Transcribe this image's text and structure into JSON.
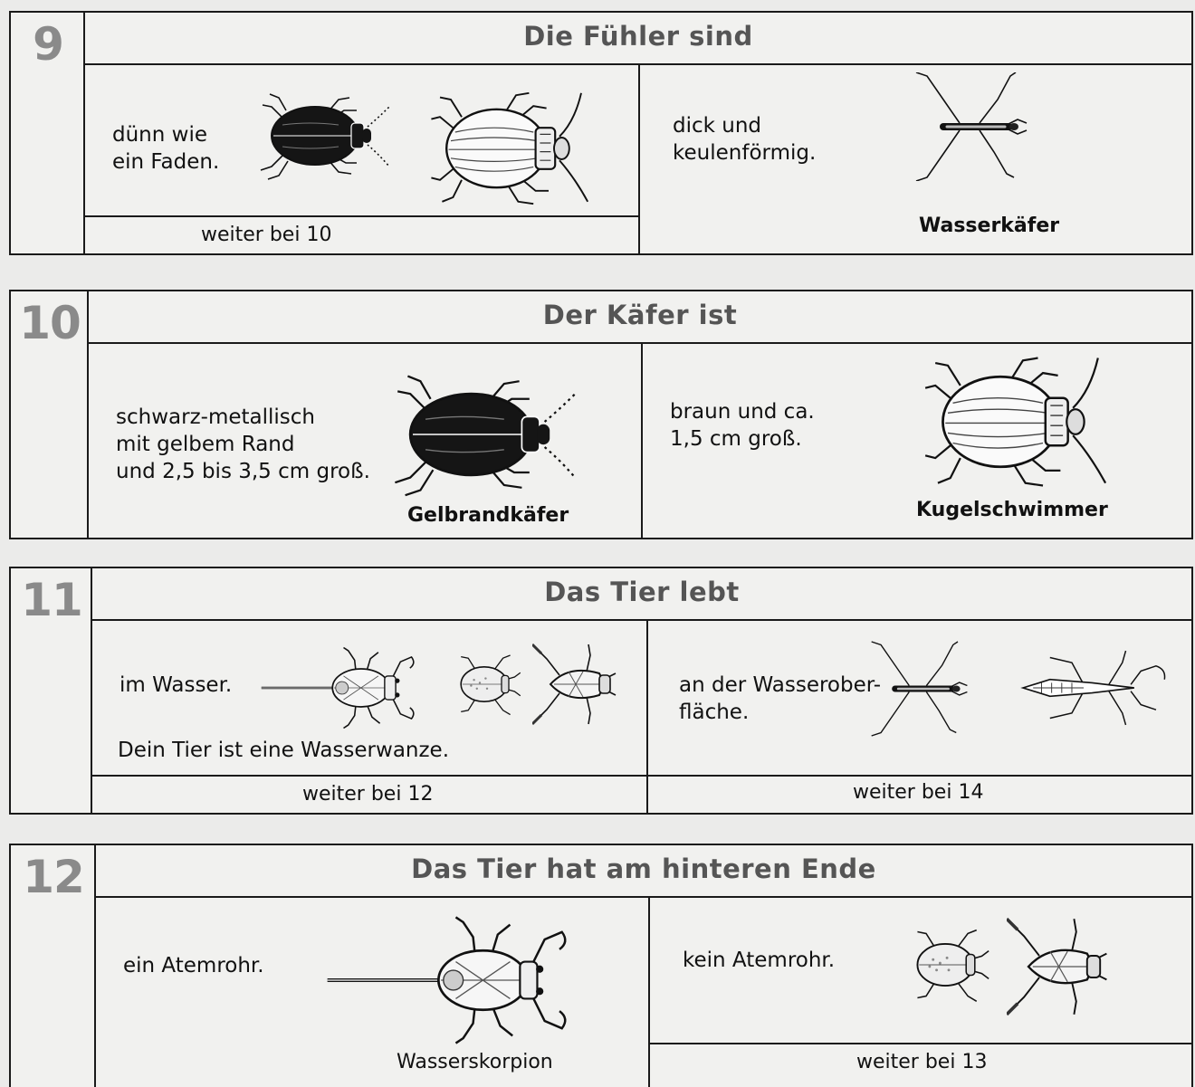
{
  "cards": [
    {
      "number": "9",
      "question": "Die Fühler sind",
      "left": {
        "text": "dünn wie\nein Faden.",
        "footer": "weiter bei 10"
      },
      "right": {
        "text": "dick und\nkeulenförmig.",
        "label": "Wasserkäfer"
      }
    },
    {
      "number": "10",
      "question": "Der Käfer ist",
      "left": {
        "text": "schwarz-metallisch\nmit gelbem Rand\nund 2,5 bis 3,5 cm groß.",
        "label": "Gelbrandkäfer"
      },
      "right": {
        "text": "braun und ca.\n1,5 cm groß.",
        "label": "Kugelschwimmer"
      }
    },
    {
      "number": "11",
      "question": "Das Tier lebt",
      "left": {
        "text": "im Wasser.",
        "note": "Dein Tier ist eine Wasserwanze.",
        "footer": "weiter bei 12"
      },
      "right": {
        "text": "an der Wasserober-\nfläche.",
        "footer": "weiter bei 14"
      }
    },
    {
      "number": "12",
      "question": "Das Tier hat am hinteren Ende",
      "left": {
        "text": "ein Atemrohr.",
        "label": "Wasserskorpion"
      },
      "right": {
        "text": "kein Atemrohr.",
        "footer": "weiter bei 13"
      }
    }
  ],
  "illustrations": {
    "c9_left": [
      "diving-beetle-icon",
      "water-beetle-icon"
    ],
    "c9_right": [
      "water-strider-icon"
    ],
    "c10_left": [
      "great-diving-beetle-icon"
    ],
    "c10_right": [
      "round-swimmer-beetle-icon"
    ],
    "c11_left": [
      "water-scorpion-icon",
      "creeping-water-bug-icon",
      "backswimmer-icon"
    ],
    "c11_right": [
      "water-strider-icon",
      "water-measurer-icon"
    ],
    "c12_left": [
      "water-scorpion-icon"
    ],
    "c12_right": [
      "creeping-water-bug-icon",
      "backswimmer-icon"
    ]
  }
}
